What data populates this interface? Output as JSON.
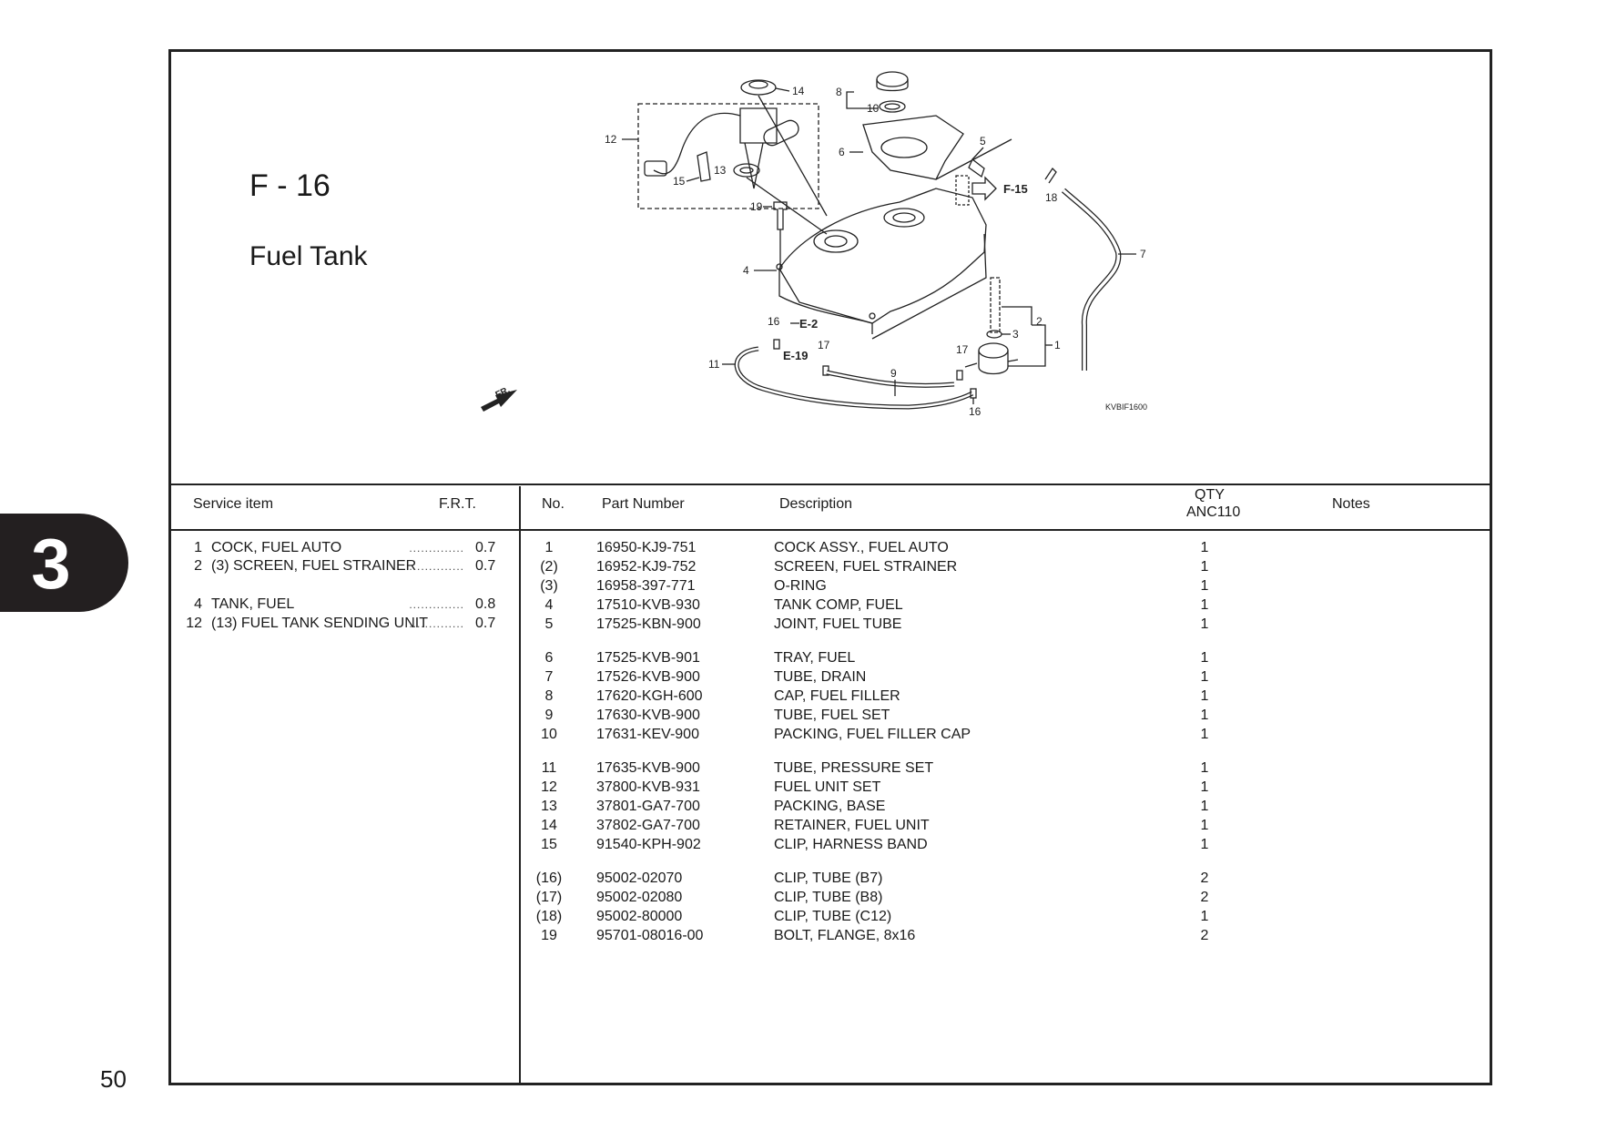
{
  "section_tab": "3",
  "page_number": "50",
  "figure": {
    "code": "F - 16",
    "title": "Fuel Tank",
    "diagram_ref": "KVBIF1600",
    "callouts": [
      "1",
      "2",
      "3",
      "4",
      "5",
      "6",
      "7",
      "8",
      "9",
      "10",
      "11",
      "12",
      "13",
      "14",
      "15",
      "16",
      "16",
      "17",
      "17",
      "18",
      "19"
    ],
    "refs": [
      "E-2",
      "E-19",
      "F-15",
      "FR."
    ]
  },
  "service_table": {
    "headers": {
      "item": "Service item",
      "frt": "F.R.T."
    },
    "rows": [
      {
        "no": "1",
        "label": "COCK, FUEL AUTO",
        "frt": "0.7"
      },
      {
        "no": "2",
        "label": "(3) SCREEN, FUEL STRAINER",
        "frt": "0.7"
      },
      {
        "no": "4",
        "label": "TANK, FUEL",
        "frt": "0.8"
      },
      {
        "no": "12",
        "label": "(13) FUEL TANK SENDING UNIT",
        "frt": "0.7"
      }
    ]
  },
  "parts_table": {
    "headers": {
      "no": "No.",
      "part": "Part Number",
      "desc": "Description",
      "qty": "QTY",
      "model": "ANC110",
      "notes": "Notes"
    },
    "rows": [
      {
        "no": "1",
        "part": "16950-KJ9-751",
        "desc": "COCK ASSY., FUEL AUTO",
        "qty": "1"
      },
      {
        "no": "(2)",
        "part": "16952-KJ9-752",
        "desc": "SCREEN, FUEL STRAINER",
        "qty": "1"
      },
      {
        "no": "(3)",
        "part": "16958-397-771",
        "desc": "O-RING",
        "qty": "1"
      },
      {
        "no": "4",
        "part": "17510-KVB-930",
        "desc": "TANK COMP, FUEL",
        "qty": "1"
      },
      {
        "no": "5",
        "part": "17525-KBN-900",
        "desc": "JOINT, FUEL TUBE",
        "qty": "1"
      },
      {
        "no": "6",
        "part": "17525-KVB-901",
        "desc": "TRAY, FUEL",
        "qty": "1"
      },
      {
        "no": "7",
        "part": "17526-KVB-900",
        "desc": "TUBE, DRAIN",
        "qty": "1"
      },
      {
        "no": "8",
        "part": "17620-KGH-600",
        "desc": "CAP, FUEL FILLER",
        "qty": "1"
      },
      {
        "no": "9",
        "part": "17630-KVB-900",
        "desc": "TUBE, FUEL SET",
        "qty": "1"
      },
      {
        "no": "10",
        "part": "17631-KEV-900",
        "desc": "PACKING, FUEL FILLER CAP",
        "qty": "1"
      },
      {
        "no": "11",
        "part": "17635-KVB-900",
        "desc": "TUBE, PRESSURE SET",
        "qty": "1"
      },
      {
        "no": "12",
        "part": "37800-KVB-931",
        "desc": "FUEL UNIT SET",
        "qty": "1"
      },
      {
        "no": "13",
        "part": "37801-GA7-700",
        "desc": "PACKING, BASE",
        "qty": "1"
      },
      {
        "no": "14",
        "part": "37802-GA7-700",
        "desc": "RETAINER, FUEL UNIT",
        "qty": "1"
      },
      {
        "no": "15",
        "part": "91540-KPH-902",
        "desc": "CLIP, HARNESS BAND",
        "qty": "1"
      },
      {
        "no": "(16)",
        "part": "95002-02070",
        "desc": "CLIP, TUBE (B7)",
        "qty": "2"
      },
      {
        "no": "(17)",
        "part": "95002-02080",
        "desc": "CLIP, TUBE (B8)",
        "qty": "2"
      },
      {
        "no": "(18)",
        "part": "95002-80000",
        "desc": "CLIP, TUBE (C12)",
        "qty": "1"
      },
      {
        "no": "19",
        "part": "95701-08016-00",
        "desc": "BOLT, FLANGE, 8x16",
        "qty": "2"
      }
    ]
  }
}
